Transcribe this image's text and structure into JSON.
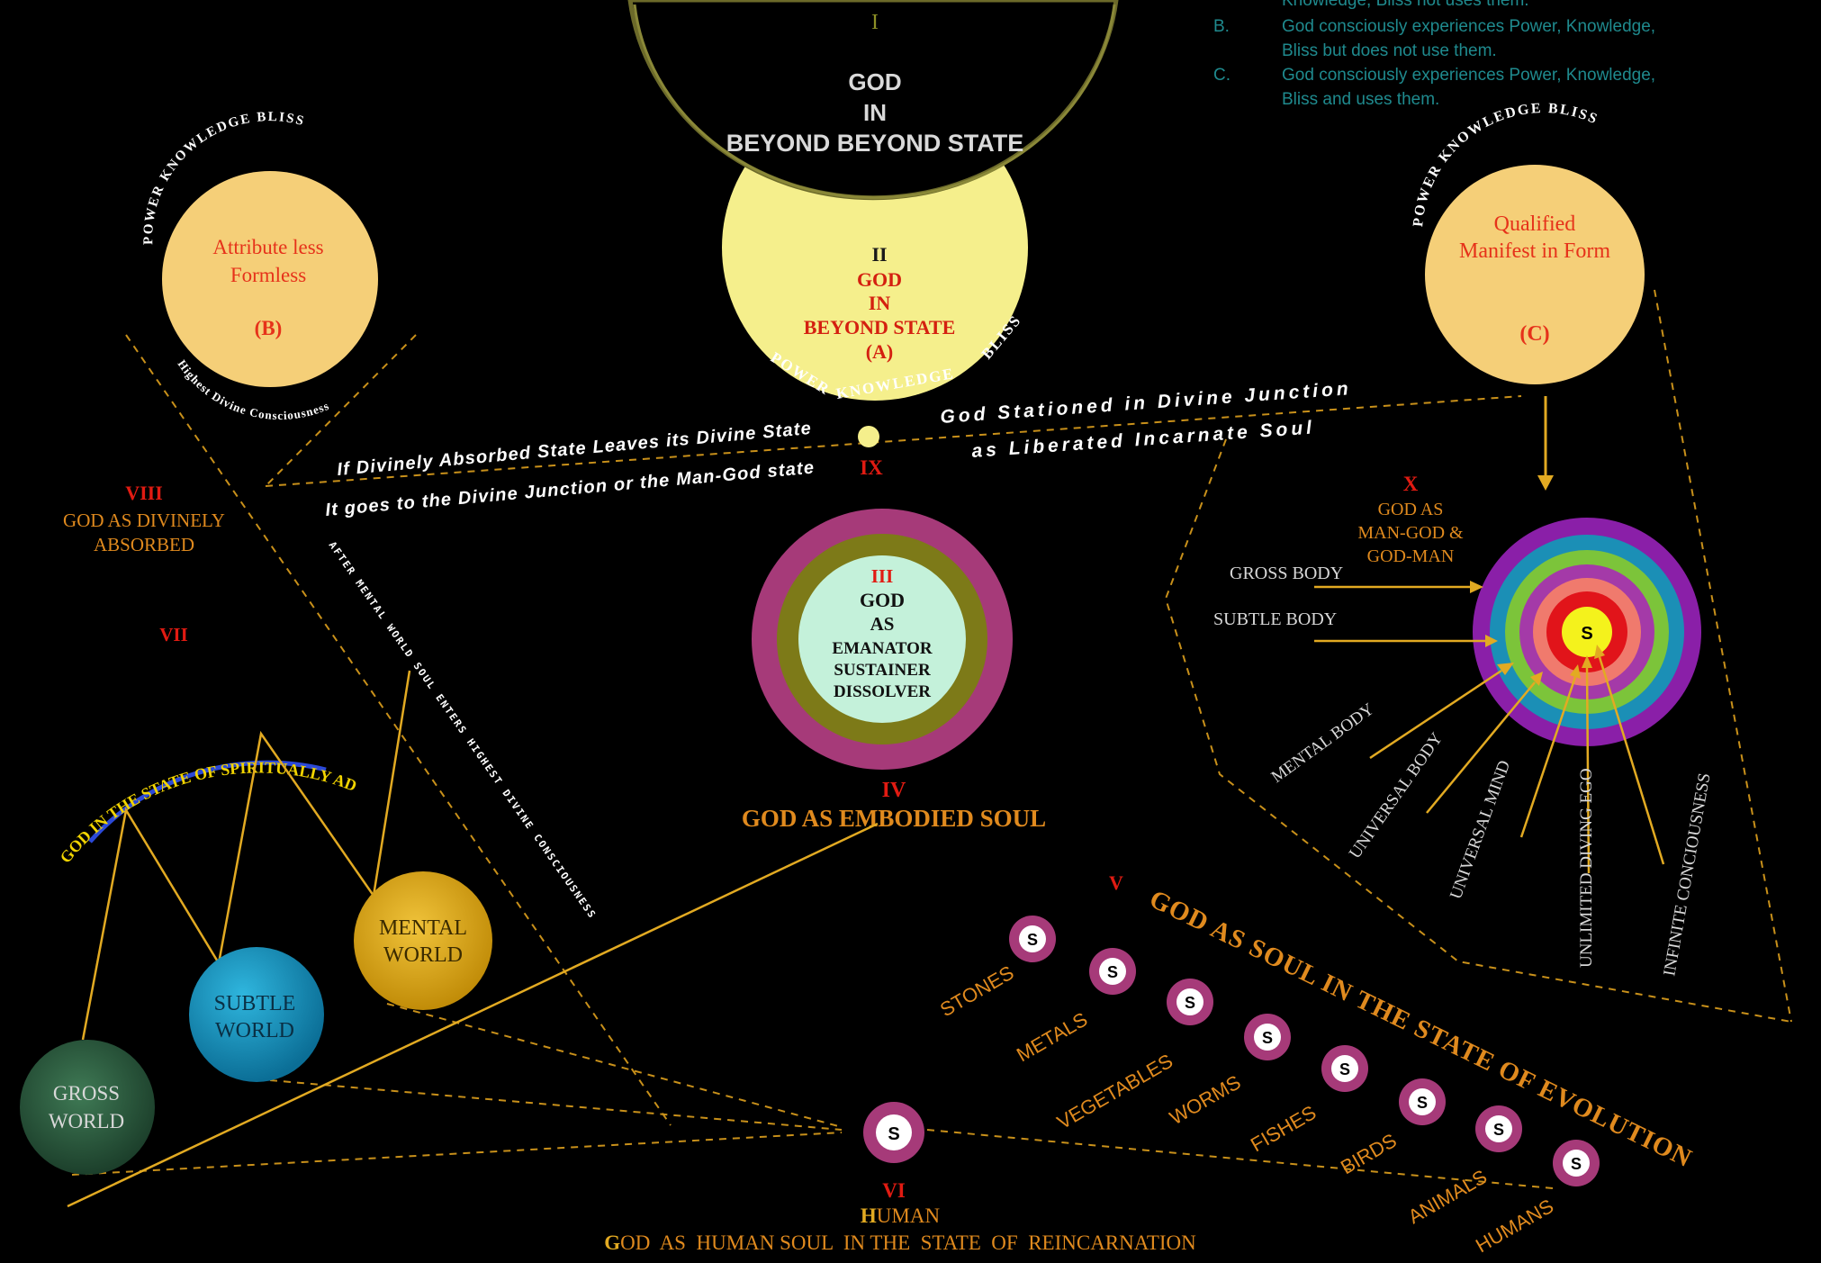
{
  "colors": {
    "background": "#000000",
    "gold": "#e2aa22",
    "orange": "#e08a1e",
    "red": "#e11b12",
    "paleYellow": "#f5ef8c",
    "peach": "#f5cf78",
    "teal": "#1f8a8e",
    "white": "#ffffff",
    "magenta": "#a63a79",
    "olive": "#7d7a18",
    "mint": "#c4f1da"
  },
  "legend": {
    "top_line": "Knowledge, Bliss not uses them.",
    "b_letter": "B.",
    "b_line1": "God consciously experiences Power, Knowledge,",
    "b_line2": "Bliss but does not use them.",
    "c_letter": "C.",
    "c_line1": "God consciously experiences Power, Knowledge,",
    "c_line2": "Bliss and uses them."
  },
  "state1": {
    "numeral": "I",
    "line1": "GOD",
    "line2": "IN",
    "line3": "BEYOND BEYOND STATE"
  },
  "state2": {
    "numeral": "II",
    "line1": "GOD",
    "line2": "IN",
    "line3": "BEYOND STATE",
    "line4": "(A)",
    "arc_power": "POWER",
    "arc_knowledge": "KNOWLEDGE",
    "arc_bliss": "BLISS"
  },
  "circleB": {
    "line1": "Attribute less",
    "line2": "Formless",
    "letter": "(B)",
    "arc_top": "POWER    KNOWLEDGE    BLISS",
    "arc_bottom": "Highest  Divine  Consciousness"
  },
  "circleC": {
    "line1": "Qualified",
    "line2": "Manifest in Form",
    "letter": "(C)",
    "arc_top": "POWER    KNOWLEDGE    BLISS"
  },
  "junction": {
    "left_line1": "If Divinely Absorbed State Leaves its Divine State",
    "left_line2": "It goes to the Divine Junction or the Man-God state",
    "right_line1": "God Stationed in Divine Junction",
    "right_line2": "as Liberated Incarnate Soul",
    "numeral": "IX"
  },
  "state3": {
    "numeral": "III",
    "line1": "GOD",
    "line2": "AS",
    "line3": "EMANATOR",
    "line4": "SUSTAINER",
    "line5": "DISSOLVER"
  },
  "state4": {
    "numeral": "IV",
    "title": "GOD AS EMBODIED SOUL"
  },
  "state8": {
    "numeral": "VIII",
    "line1": "GOD AS DIVINELY",
    "line2": "ABSORBED",
    "diagonal": "AFTER MENTAL WORLD SOUL ENTERS HIGHEST DIVINE CONSCIOUSNESS"
  },
  "state7": {
    "numeral": "VII",
    "arc": "GOD IN THE STATE OF SPIRITUALLY ADVANCED SOULS"
  },
  "worlds": {
    "mental1": "MENTAL",
    "mental2": "WORLD",
    "subtle1": "SUBTLE",
    "subtle2": "WORLD",
    "gross1": "GROSS",
    "gross2": "WORLD"
  },
  "state10": {
    "numeral": "X",
    "line1": "GOD AS",
    "line2": "MAN-GOD &",
    "line3": "GOD-MAN",
    "core_label": "S",
    "bodies": [
      "GROSS BODY",
      "SUBTLE BODY",
      "MENTAL BODY",
      "UNIVERSAL BODY",
      "UNIVERSAL MIND",
      "UNLIMITED DIVING EGO",
      "INFINITE CONCIOUSNESS"
    ]
  },
  "state5": {
    "numeral": "V",
    "title": "GOD AS SOUL IN THE STATE OF EVOLUTION",
    "soul_label": "S",
    "stages": [
      "STONES",
      "METALS",
      "VEGETABLES",
      "WORMS",
      "FISHES",
      "BIRDS",
      "ANIMALS",
      "HUMANS"
    ]
  },
  "state6": {
    "numeral": "VI",
    "soul_label": "S",
    "human_initial": "H",
    "human_rest": "UMAN",
    "bottom_g": "G",
    "bottom_rest": "OD  AS  HUMAN SOUL  IN THE  STATE  OF  REINCARNATION"
  }
}
